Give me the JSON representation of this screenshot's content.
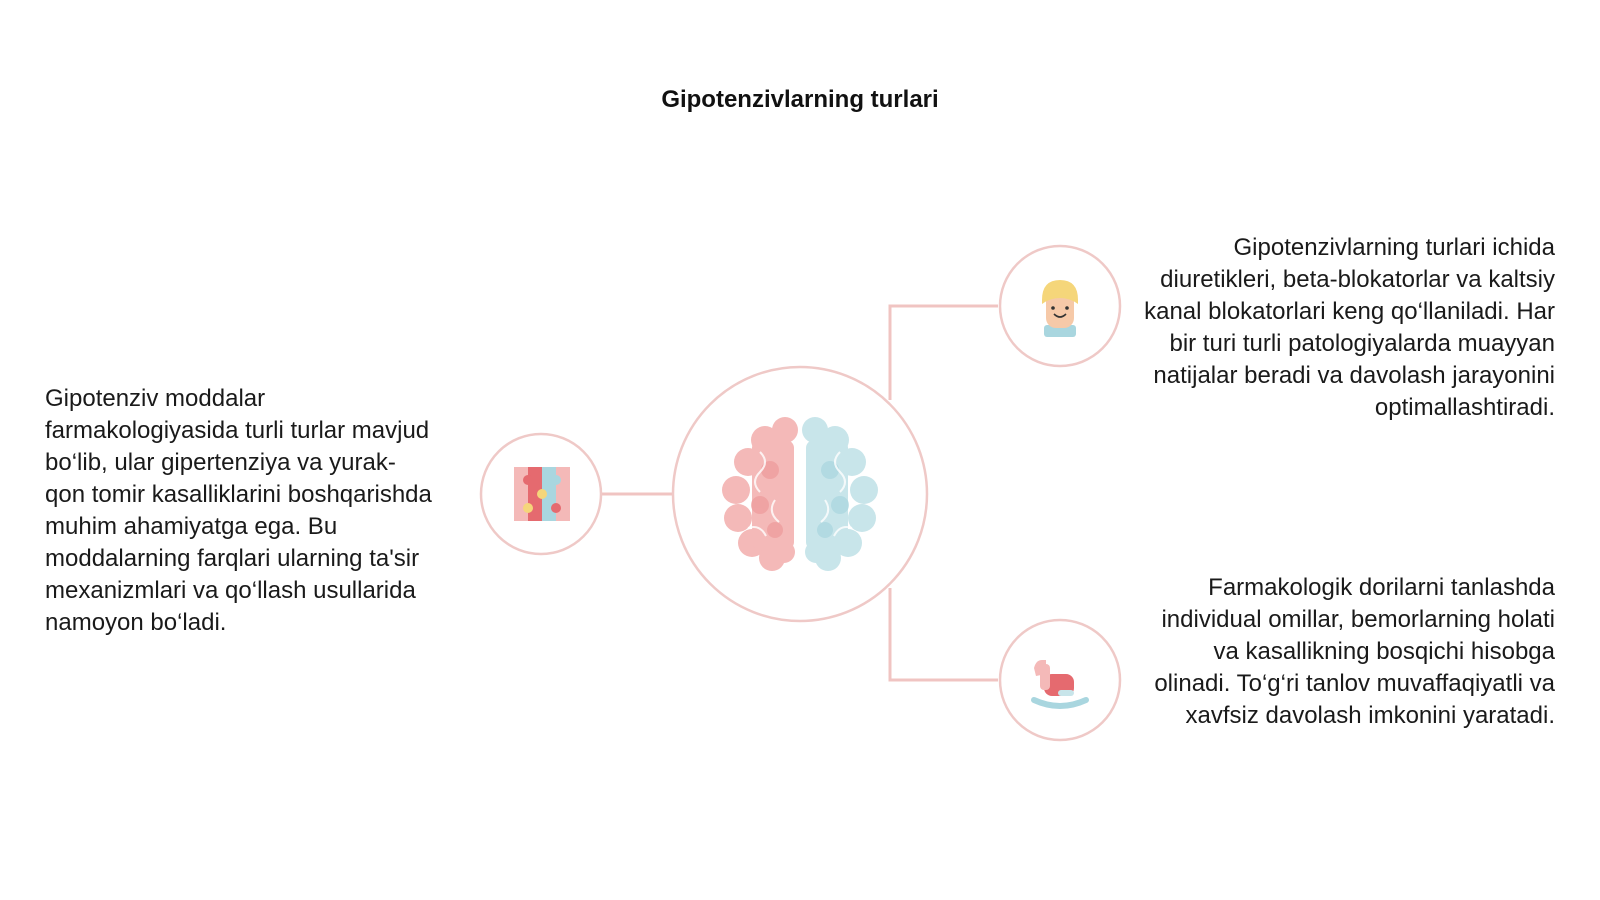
{
  "title": "Gipotenzivlarning turlari",
  "colors": {
    "connector": "#f0c4c2",
    "circle_border": "#efc9c7",
    "pink": "#ee9a9b",
    "light_pink": "#f4b9b8",
    "blue": "#a9d6df",
    "light_blue": "#c8e5ea",
    "yellow": "#f5d67a",
    "skin": "#f6c9a8",
    "red": "#e56a6f"
  },
  "nodes": {
    "center": {
      "icon": "brain-icon"
    },
    "left": {
      "icon": "puzzle-icon",
      "text": "Gipotenziv moddalar farmakologiyasida turli turlar mavjud bo‘lib, ular gipertenziya va yurak-qon tomir kasalliklarini boshqarishda muhim ahamiyatga ega. Bu moddalarning farqlari ularning ta'sir mexanizmlari va qo‘llash usullarida namoyon bo‘ladi."
    },
    "right_top": {
      "icon": "child-face-icon",
      "text": "Gipotenzivlarning turlari ichida diuretikleri, beta-blokatorlar va kaltsiy kanal blokatorlari keng qo‘llaniladi. Har bir turi turli patologiyalarda muayyan natijalar beradi va davolash jarayonini optimallashtiradi."
    },
    "right_bottom": {
      "icon": "rocking-horse-icon",
      "text": "Farmakologik dorilarni tanlashda individual omillar, bemorlarning holati va kasallikning bosqichi hisobga olinadi. To‘g‘ri tanlov muvaffaqiyatli va xavfsiz davolash imkonini yaratadi."
    }
  }
}
